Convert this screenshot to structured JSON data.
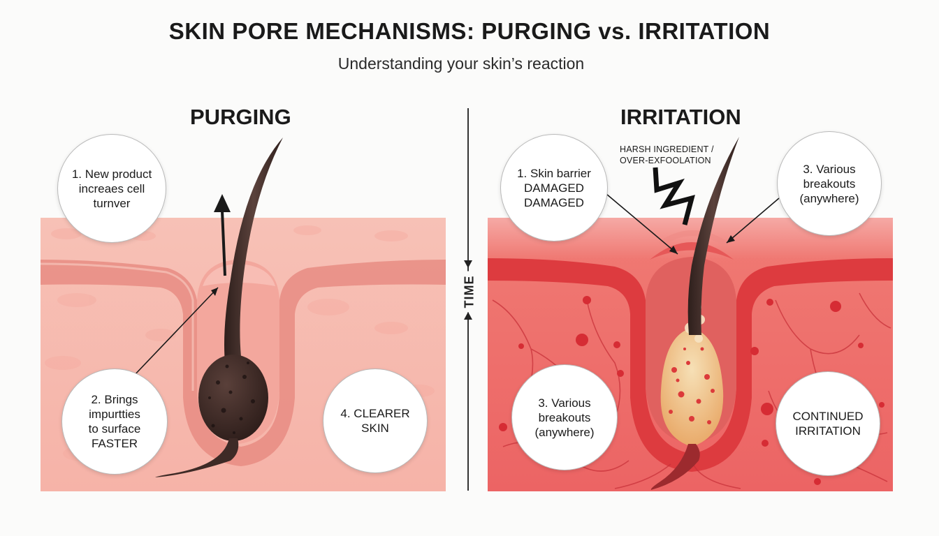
{
  "title": "SKIN PORE MECHANISMS: PURGING vs. IRRITATION",
  "subtitle": "Understanding your skin’s reaction",
  "purging": {
    "heading": "PURGING",
    "step1": [
      "1. New product",
      "increaes cell",
      "turnver"
    ],
    "step2": [
      "2. Brings",
      "impurtties",
      "to surface",
      "FASTER"
    ],
    "step4": [
      "4. CLEARER",
      "SKIN"
    ]
  },
  "divider_label": "TIME",
  "irritation": {
    "heading": "IRRITATION",
    "annotation": [
      "HARSH INGREDIENT /",
      "OVER-EXFOOLATION"
    ],
    "step1": [
      "1. Skin barrier",
      "DAMAGED",
      "DAMAGED"
    ],
    "step3_top": [
      "3. Various",
      "breakouts",
      "(anywhere)"
    ],
    "step3_bottom": [
      "3. Various",
      "breakouts",
      "(anywhere)"
    ],
    "continued": [
      "CONTINUED",
      "IRRITATION"
    ]
  },
  "colors": {
    "purging_skin": "#f4b8ad",
    "irritation_skin": "#ec6b6b",
    "hair": "#3e2a26",
    "pus": "#eab67a"
  }
}
